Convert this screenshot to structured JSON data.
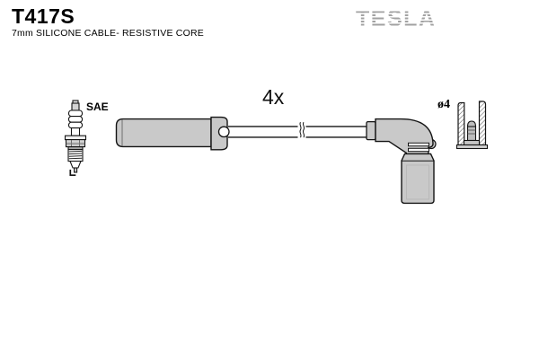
{
  "header": {
    "part_number": "T417S",
    "subtitle": "7mm SILICONE CABLE- RESISTIVE CORE",
    "brand_logo": "TESLA"
  },
  "labels": {
    "quantity": "4x",
    "spark_plug_terminal": "SAE",
    "terminal_diameter": "ø4"
  },
  "icons": {
    "spark_plug": "spark-plug-icon",
    "straight_boot": "straight-plug-boot-icon",
    "cable": "ignition-cable-icon",
    "cable_break": "cable-break-icon",
    "elbow_boot": "elbow-coil-boot-icon",
    "terminal_section": "terminal-cross-section-icon"
  },
  "colors": {
    "background": "#ffffff",
    "outline": "#141414",
    "boot_fill": "#c9c9c9",
    "logo_gray": "#a2a2a2",
    "metal_fill": "#bdbdbd",
    "text": "#000000"
  }
}
